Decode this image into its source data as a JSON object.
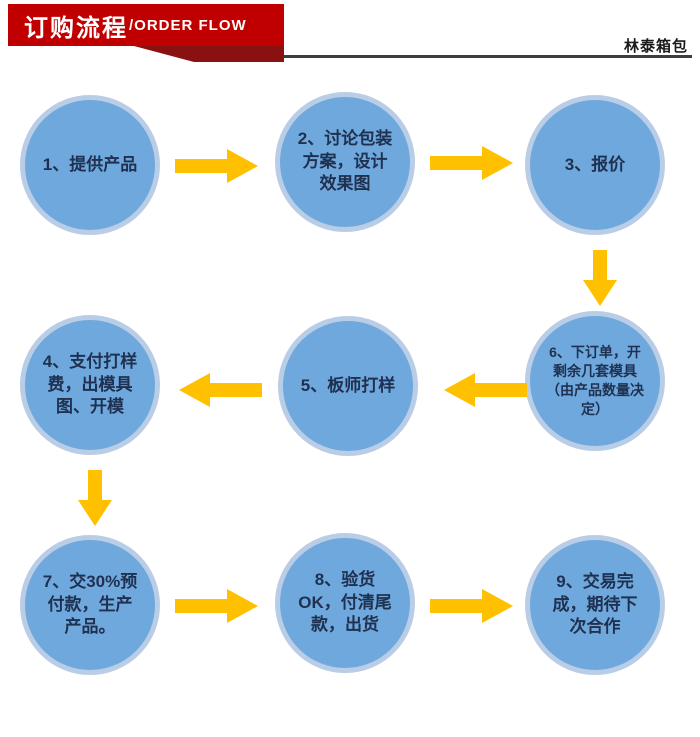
{
  "colors": {
    "page_bg": "#ffffff",
    "banner_red": "#c00000",
    "ribbon_red": "#8a1111",
    "rule_gray": "#3d3d3d",
    "circle_fill": "#6fa8dc",
    "circle_ring": "#b9cde6",
    "circle_text": "#1f3050",
    "arrow_gold": "#ffc000"
  },
  "header": {
    "title_cn": "订购流程",
    "title_en": "/ORDER FLOW",
    "brand": "林泰箱包"
  },
  "flow": {
    "steps": [
      {
        "label": "1、提供产品"
      },
      {
        "label": "2、讨论包装方案，设计效果图"
      },
      {
        "label": "3、报价"
      },
      {
        "label": "4、支付打样费，出模具图、开模"
      },
      {
        "label": "5、板师打样"
      },
      {
        "label": "6、下订单，开剩余几套模具（由产品数量决定）"
      },
      {
        "label": "7、交30%预付款，生产产品。"
      },
      {
        "label": "8、验货OK，付清尾款，出货"
      },
      {
        "label": "9、交易完成，期待下次合作"
      }
    ]
  }
}
